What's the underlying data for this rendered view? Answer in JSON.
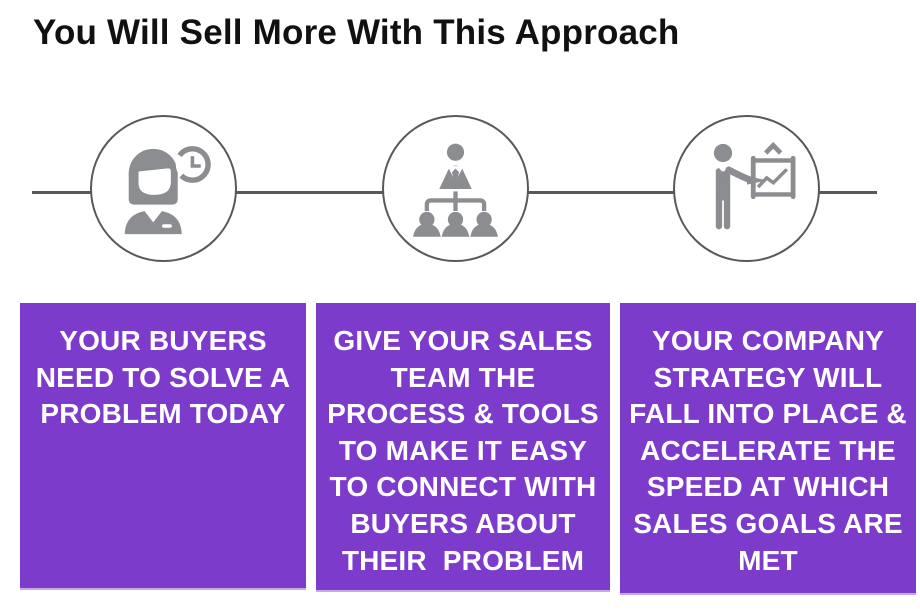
{
  "title": "You Will Sell More With This Approach",
  "colors": {
    "accent_purple": "#7C3BCB",
    "card_edge_highlight": "#C3ABE8",
    "icon_gray": "#8B8D90",
    "connector_gray": "#58595B",
    "title_black": "#111111",
    "card_text": "#FFFFFF",
    "background": "#FFFFFF"
  },
  "steps": [
    {
      "icon": "buyer-with-clock-icon",
      "card_lines": [
        "YOUR BUYERS",
        "NEED TO SOLVE A",
        "PROBLEM TODAY"
      ]
    },
    {
      "icon": "sales-team-org-chart-icon",
      "card_lines": [
        "GIVE YOUR SALES",
        "TEAM THE",
        "PROCESS & TOOLS",
        "TO MAKE IT EASY",
        "TO CONNECT WITH",
        "BUYERS ABOUT",
        "THEIR  PROBLEM"
      ]
    },
    {
      "icon": "strategy-presentation-icon",
      "card_lines": [
        "YOUR COMPANY",
        "STRATEGY WILL",
        "FALL INTO PLACE &",
        "ACCELERATE THE",
        "SPEED AT WHICH",
        "SALES GOALS ARE",
        "MET"
      ]
    }
  ]
}
